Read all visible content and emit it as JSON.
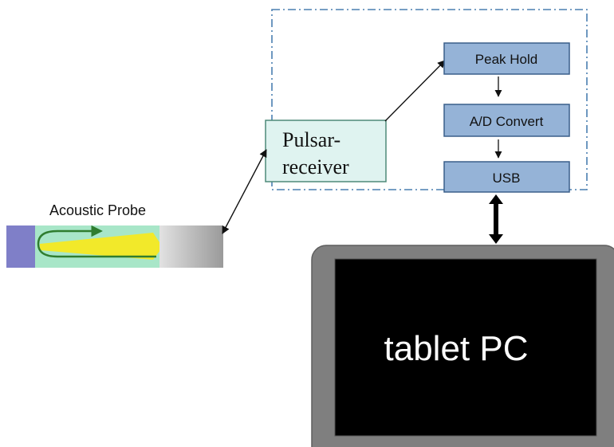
{
  "probe": {
    "label": "Acoustic Probe",
    "colors": {
      "backing": "#7f7fc8",
      "body": "#a8e6c8",
      "beam": "#f2e92a",
      "lens": "#c8c8c8",
      "loop_arrow": "#2f7d2f"
    }
  },
  "pulsar": {
    "line1": "Pulsar-",
    "line2": "receiver",
    "colors": {
      "fill": "#dff3f0",
      "stroke": "#4e8a78"
    }
  },
  "pipeline": {
    "blocks": [
      {
        "label": "Peak Hold"
      },
      {
        "label": "A/D Convert"
      },
      {
        "label": "USB"
      }
    ],
    "colors": {
      "fill": "#95b3d7",
      "stroke": "#3a5f8a",
      "dashed_boundary": "#4a7fb0"
    }
  },
  "tablet": {
    "label": "tablet PC",
    "colors": {
      "bezel": "#7f7f7f",
      "screen": "#000000",
      "text": "#ffffff"
    }
  },
  "icons": [
    "bidirectional-arrow-icon",
    "down-arrow-icon",
    "thick-bidirectional-arrow-icon"
  ]
}
